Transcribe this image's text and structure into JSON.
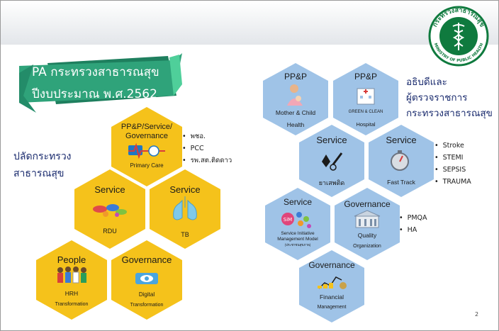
{
  "banner": {
    "line1": "PA กระทรวงสาธารณสุข",
    "line2": "ปีงบประมาณ พ.ศ.2562"
  },
  "logo": {
    "top_text": "กระทรวงสาธารณสุข",
    "bottom_text": "MINISTRY OF PUBLIC HEALTH",
    "icon": "caduceus-icon"
  },
  "left": {
    "title_line1": "ปลัดกระทรวง",
    "title_line2": "สาธารณสุข",
    "hexes": [
      {
        "heading": "PP&P/Service/",
        "heading2": "Governance",
        "sub1": "Primary Care",
        "sub2": "",
        "icon": "heartbeat-icon"
      },
      {
        "heading": "Service",
        "sub1": "RDU",
        "sub2": "",
        "icon": "pills-icon"
      },
      {
        "heading": "Service",
        "sub1": "TB",
        "sub2": "",
        "icon": "lungs-icon"
      },
      {
        "heading": "People",
        "sub1": "HRH",
        "sub2": "Transformation",
        "icon": "people-icon"
      },
      {
        "heading": "Governance",
        "sub1": "Digital",
        "sub2": "Transformation",
        "icon": "cloud-icon"
      }
    ],
    "bullets": [
      "พชอ.",
      "PCC",
      "รพ.สต.ติดดาว"
    ]
  },
  "right": {
    "title_line1": "อธิบดีและ",
    "title_line2": "ผู้ตรวจราชการ",
    "title_line3": "กระทรวงสาธารณสุข",
    "hexes": [
      {
        "heading": "PP&P",
        "sub1": "Mother & Child",
        "sub2": "Health",
        "icon": "mother-child-icon"
      },
      {
        "heading": "PP&P",
        "sub1": "GREEN & CLEAN",
        "sub2": "Hospital",
        "icon": "hospital-icon"
      },
      {
        "heading": "Service",
        "sub1": "ยาเสพติด",
        "sub2": "",
        "icon": "syringe-icon"
      },
      {
        "heading": "Service",
        "sub1": "Fast Track",
        "sub2": "",
        "icon": "stopwatch-icon"
      },
      {
        "heading": "Service",
        "sub1": "Service Initiative",
        "sub2": "Management Model",
        "sub3": "(ประชาชนสุขภาพ)",
        "icon": "sim-icon"
      },
      {
        "heading": "Governance",
        "sub1": "Quality",
        "sub2": "Organization",
        "icon": "building-icon"
      },
      {
        "heading": "Governance",
        "sub1": "Financial",
        "sub2": "Management",
        "icon": "money-chart-icon"
      }
    ],
    "fasttrack_bullets": [
      "Stroke",
      "STEMI",
      "SEPSIS",
      "TRAUMA"
    ],
    "quality_bullets": [
      "PMQA",
      "HA"
    ]
  },
  "page_number": "2",
  "colors": {
    "yellow": "#F5C21B",
    "blue": "#9FC3E7",
    "green_banner": "#2FA37A",
    "green_logo": "#0F7A3E"
  }
}
